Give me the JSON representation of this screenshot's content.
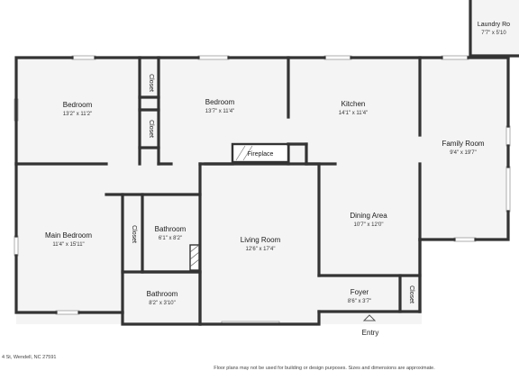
{
  "rooms": {
    "bedroom_1": {
      "name": "Bedroom",
      "dims": "13'2\" x 11'2\""
    },
    "bedroom_2": {
      "name": "Bedroom",
      "dims": "13'7\" x 11'4\""
    },
    "kitchen": {
      "name": "Kitchen",
      "dims": "14'1\" x 11'4\""
    },
    "family_room": {
      "name": "Family Room",
      "dims": "9'4\" x 19'7\""
    },
    "laundry": {
      "name": "Laundry Ro",
      "dims": "7'7\" x 5'10"
    },
    "main_bedroom": {
      "name": "Main Bedroom",
      "dims": "11'4\" x 15'11\""
    },
    "bathroom_1": {
      "name": "Bathroom",
      "dims": "6'1\" x 8'2\""
    },
    "bathroom_2": {
      "name": "Bathroom",
      "dims": "8'2\" x 3'10\""
    },
    "living_room": {
      "name": "Living Room",
      "dims": "12'6\" x 17'4\""
    },
    "dining_area": {
      "name": "Dining Area",
      "dims": "10'7\" x 12'0\""
    },
    "foyer": {
      "name": "Foyer",
      "dims": "8'6\" x 3'7\""
    }
  },
  "labels": {
    "closet": "Closet",
    "fireplace": "Fireplace",
    "entry": "Entry"
  },
  "footer": {
    "address": "4 St, Wendell, NC 27591",
    "disclaimer": "Floor plans may not be used for building or design purposes. Sizes and dimensions are approximate."
  },
  "colors": {
    "wall": "#333333",
    "floor": "#f4f4f4",
    "background": "#ffffff"
  }
}
